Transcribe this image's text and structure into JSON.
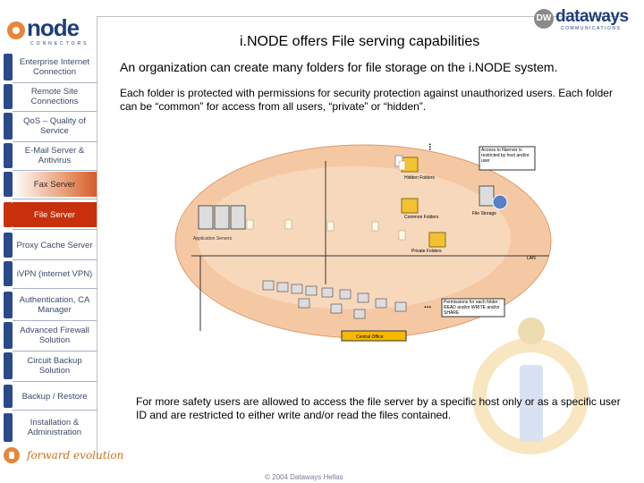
{
  "brand": {
    "node_word": "node",
    "node_sub": "CONNECTORS",
    "dataways_name": "dataways",
    "dataways_sub": "COMMUNICATIONS",
    "dataways_mark": "DW",
    "tagline": "forward evolution"
  },
  "title": "i.NODE offers File serving capabilities",
  "paragraph1": "An organization can create many folders for file storage on the i.NODE system.",
  "paragraph2": "Each folder is protected with permissions for security protection against unauthorized users. Each folder can be “common” for access from all users, “private” or “hidden”.",
  "paragraph3": "For more safety users are allowed to access the file server by a specific host only or as a specific user ID and are restricted to either write and/or read the files contained.",
  "copyright": "© 2004 Dataways Hellas",
  "sidebar": {
    "items": [
      {
        "label": "Enterprise Internet Connection"
      },
      {
        "label": "Remote Site Connections"
      },
      {
        "label": "QoS – Quality of Service"
      },
      {
        "label": "E-Mail Server & Antivirus"
      },
      {
        "label": "Fax Server"
      },
      {
        "label": "File Server"
      },
      {
        "label": "Proxy Cache Server"
      },
      {
        "label": "iVPN (internet VPN)"
      },
      {
        "label": "Authentication, CA Manager"
      },
      {
        "label": "Advanced Firewall Solution"
      },
      {
        "label": "Circuit Backup Solution"
      },
      {
        "label": "Backup / Restore"
      },
      {
        "label": "Installation & Administration"
      }
    ],
    "active_index": 5
  },
  "diagram": {
    "hidden_folders": "Hidden Folders",
    "common_folders": "Common Folders",
    "private_folders": "Private Folders",
    "file_storage": "File Storage",
    "application_servers": "Application Servers",
    "lan": "LAN",
    "callout_access": "Access to filserver is restricted by host and/or user",
    "callout_permissions": "Permissions for each folder : READ and/or WRITE and/or SHARE",
    "central_office": "Central Office",
    "dots": "..."
  },
  "colors": {
    "accent": "#c8300c",
    "brand_blue": "#1f3e7a",
    "orange": "#e7873a",
    "ellipse_fill": "#f5c8a4"
  }
}
